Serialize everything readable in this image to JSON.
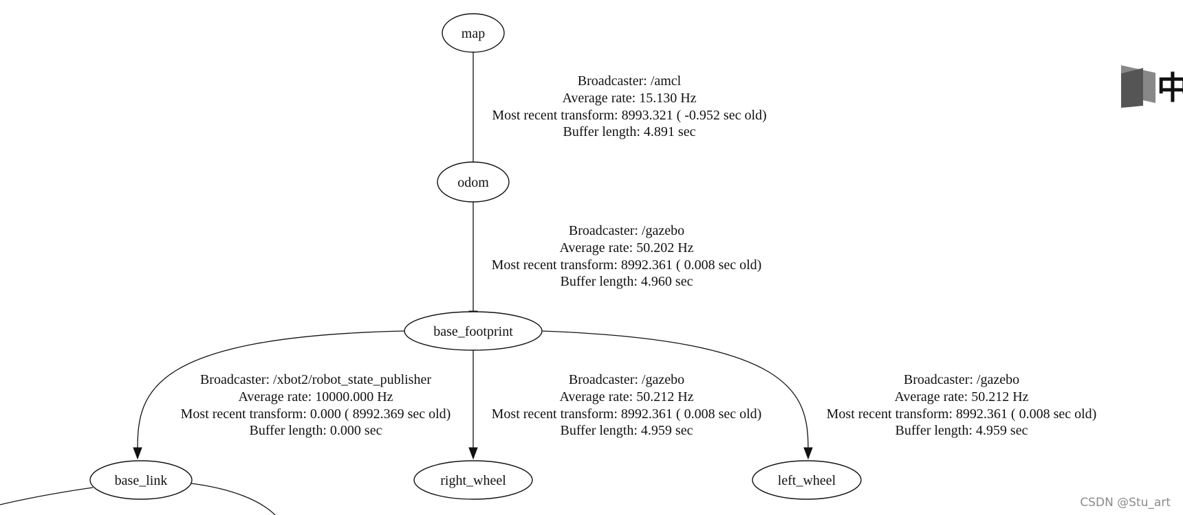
{
  "nodes": [
    {
      "id": "map",
      "label": "map"
    },
    {
      "id": "odom",
      "label": "odom"
    },
    {
      "id": "base_footprint",
      "label": "base_footprint"
    },
    {
      "id": "base_link",
      "label": "base_link"
    },
    {
      "id": "right_wheel",
      "label": "right_wheel"
    },
    {
      "id": "left_wheel",
      "label": "left_wheel"
    }
  ],
  "edges": [
    {
      "from": "map",
      "to": "odom",
      "broadcaster": "Broadcaster: /amcl",
      "rate": "Average rate: 15.130 Hz",
      "transform": "Most recent transform: 8993.321 ( -0.952 sec old)",
      "buffer": "Buffer length: 4.891 sec"
    },
    {
      "from": "odom",
      "to": "base_footprint",
      "broadcaster": "Broadcaster: /gazebo",
      "rate": "Average rate: 50.202 Hz",
      "transform": "Most recent transform: 8992.361 ( 0.008 sec old)",
      "buffer": "Buffer length: 4.960 sec"
    },
    {
      "from": "base_footprint",
      "to": "base_link",
      "broadcaster": "Broadcaster: /xbot2/robot_state_publisher",
      "rate": "Average rate: 10000.000 Hz",
      "transform": "Most recent transform: 0.000 ( 8992.369 sec old)",
      "buffer": "Buffer length: 0.000 sec"
    },
    {
      "from": "base_footprint",
      "to": "right_wheel",
      "broadcaster": "Broadcaster: /gazebo",
      "rate": "Average rate: 50.212 Hz",
      "transform": "Most recent transform: 8992.361 ( 0.008 sec old)",
      "buffer": "Buffer length: 4.959 sec"
    },
    {
      "from": "base_footprint",
      "to": "left_wheel",
      "broadcaster": "Broadcaster: /gazebo",
      "rate": "Average rate: 50.212 Hz",
      "transform": "Most recent transform: 8992.361 ( 0.008 sec old)",
      "buffer": "Buffer length: 4.959 sec"
    }
  ],
  "watermark": {
    "text": "CSDN @Stu_art"
  },
  "logo": {
    "text": "中",
    "color_dark": "#555555",
    "color_light": "#888888"
  }
}
